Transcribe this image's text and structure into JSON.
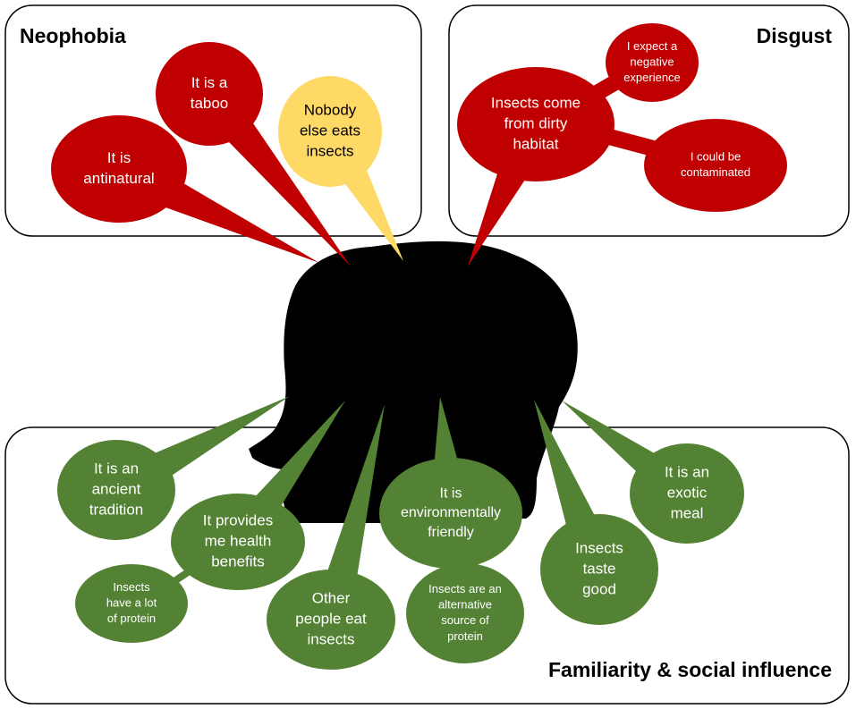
{
  "colors": {
    "neophobia_red": "#c00000",
    "disgust_red": "#c00000",
    "social_yellow": "#ffd966",
    "familiarity_green": "#548235",
    "head_black": "#000000",
    "box_border": "#000000"
  },
  "groups": {
    "neophobia": {
      "title": "Neophobia",
      "bubbles": [
        {
          "lines": [
            "It is",
            "antinatural"
          ]
        },
        {
          "lines": [
            "It is a",
            "taboo"
          ]
        },
        {
          "lines": [
            "Nobody",
            "else eats",
            "insects"
          ]
        }
      ]
    },
    "disgust": {
      "title": "Disgust",
      "bubbles": [
        {
          "lines": [
            "Insects come",
            "from dirty",
            "habitat"
          ]
        },
        {
          "lines": [
            "I expect a",
            "negative",
            "experience"
          ]
        },
        {
          "lines": [
            "I could be",
            "contaminated"
          ]
        }
      ]
    },
    "familiarity": {
      "title": "Familiarity & social influence",
      "bubbles": [
        {
          "lines": [
            "It is an",
            "ancient",
            "tradition"
          ]
        },
        {
          "lines": [
            "It provides",
            "me health",
            "benefits"
          ]
        },
        {
          "lines": [
            "Insects",
            "have a lot",
            "of protein"
          ]
        },
        {
          "lines": [
            "Other",
            "people eat",
            "insects"
          ]
        },
        {
          "lines": [
            "It is",
            "environmentally",
            "friendly"
          ]
        },
        {
          "lines": [
            "Insects are an",
            "alternative",
            "source of",
            "protein"
          ]
        },
        {
          "lines": [
            "Insects",
            "taste",
            "good"
          ]
        },
        {
          "lines": [
            "It is an",
            "exotic",
            "meal"
          ]
        }
      ]
    }
  }
}
